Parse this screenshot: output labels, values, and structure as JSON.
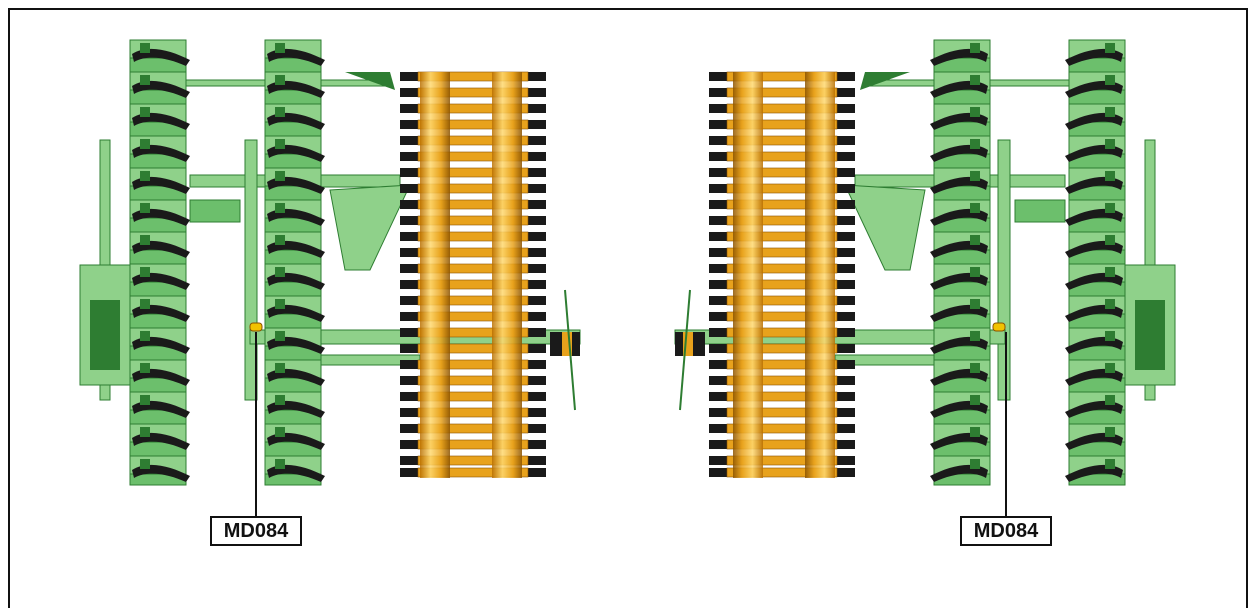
{
  "callouts": {
    "left": {
      "code": "MD084"
    },
    "right": {
      "code": "MD084"
    }
  },
  "colors": {
    "frame_green": "#8fd18a",
    "frame_green_dark": "#2e7d32",
    "disc_black": "#1a1a1a",
    "roller_orange": "#e8a21c",
    "roller_highlight": "#ffd970",
    "marker_yellow": "#f2c200"
  },
  "icons": {
    "left_machine": "disc-harrow-illustration",
    "right_machine": "disc-harrow-illustration"
  }
}
